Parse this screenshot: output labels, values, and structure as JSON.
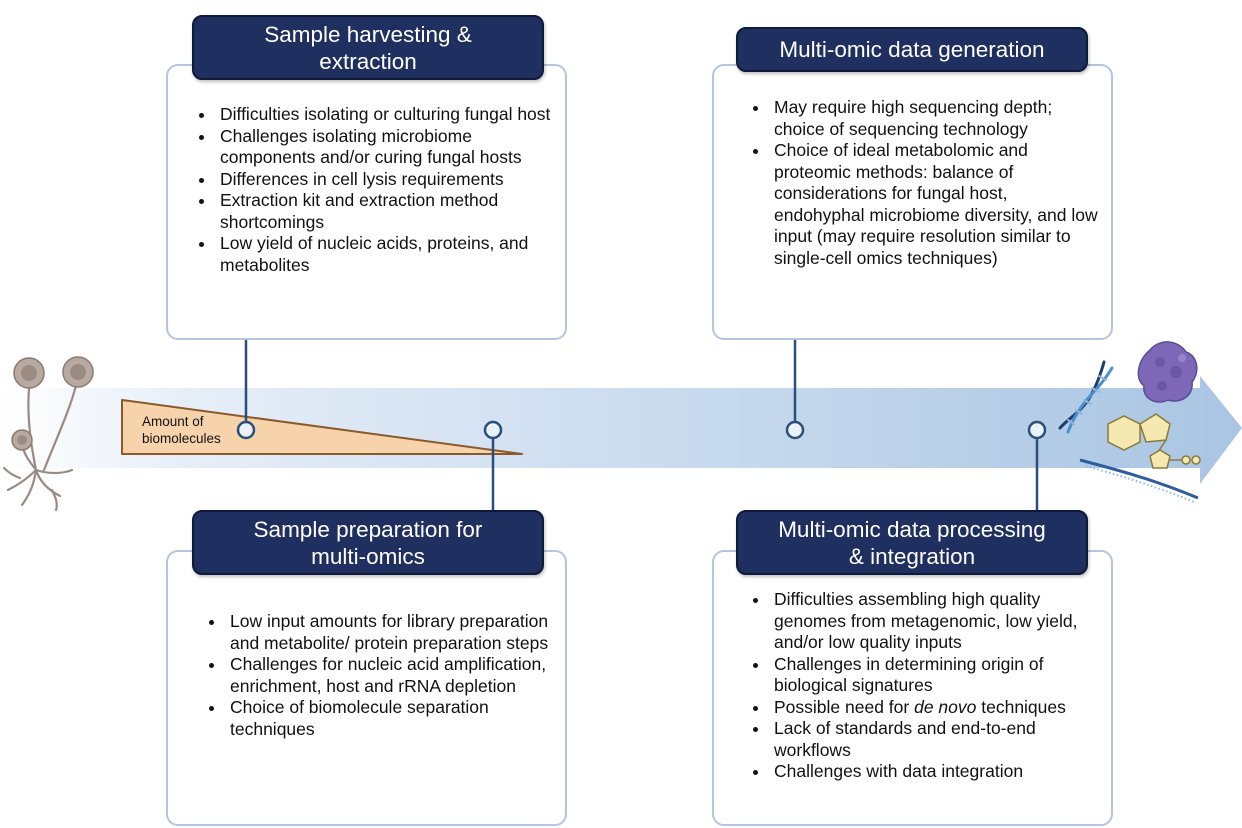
{
  "colors": {
    "header_fill": "#1f2f5f",
    "box_border": "#b3c6dd",
    "connector": "#2b4f7a",
    "arrow_start": "#ffffff",
    "arrow_end": "#a9c5e3",
    "wedge_fill": "#f6d3ab",
    "wedge_border": "#8a5a2b"
  },
  "icons": {
    "fungus": "fungus-icon",
    "dna": "dna-icon",
    "protein": "protein-icon",
    "metabolite": "metabolite-icon",
    "rna": "rna-icon"
  },
  "wedge": {
    "label_line1": "Amount of",
    "label_line2": "biomolecules"
  },
  "stages": {
    "harvest": {
      "title_line1": "Sample harvesting &",
      "title_line2": "extraction",
      "items": [
        "Difficulties isolating or culturing fungal host",
        "Challenges isolating microbiome components and/or curing fungal hosts",
        "Differences in cell lysis requirements",
        "Extraction kit and extraction method shortcomings",
        "Low yield of nucleic acids, proteins, and metabolites"
      ]
    },
    "generation": {
      "title": "Multi-omic data generation",
      "items": [
        "May require high sequencing depth; choice of sequencing technology",
        "Choice of ideal metabolomic and proteomic methods: balance of considerations for fungal host, endohyphal microbiome diversity, and low input (may require resolution similar to single-cell omics techniques)"
      ]
    },
    "preparation": {
      "title_line1": "Sample preparation for",
      "title_line2": "multi-omics",
      "items": [
        "Low input amounts for library preparation and metabolite/ protein preparation steps",
        "Challenges for nucleic acid amplification, enrichment, host and rRNA depletion",
        "Choice of biomolecule separation techniques"
      ]
    },
    "processing": {
      "title_line1": "Multi-omic data processing",
      "title_line2": "& integration",
      "items": [
        "Difficulties assembling high quality genomes from metagenomic, low yield, and/or low quality inputs",
        "Challenges in determining origin of biological signatures",
        "Possible need for ",
        "Lack of standards and end-to-end workflows",
        "Challenges with data integration"
      ],
      "item3_emph": "de novo",
      "item3_end": " techniques"
    }
  }
}
